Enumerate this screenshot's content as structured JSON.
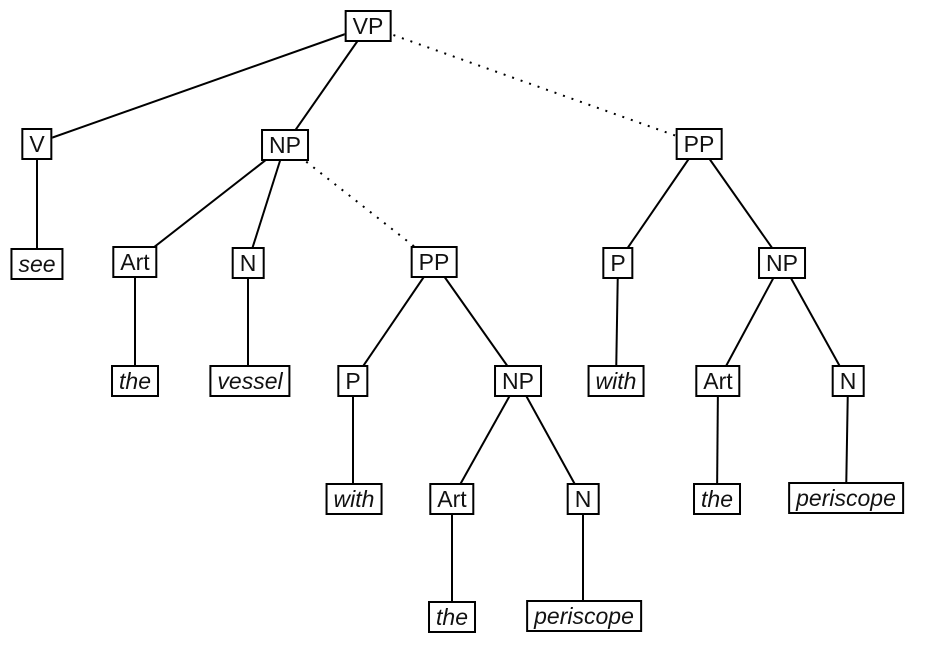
{
  "diagram": {
    "type": "syntax-parse-tree",
    "description": "Parse tree with prepositional-phrase attachment ambiguity; dotted edges mark the two alternative attachments of the PP",
    "line_color": "#000000",
    "box_background": "#ffffff"
  },
  "nodes": {
    "vp_root": "VP",
    "v": "V",
    "np_obj": "NP",
    "pp_vp": "PP",
    "see": "see",
    "art_obj": "Art",
    "n_obj": "N",
    "pp_np": "PP",
    "p_vp": "P",
    "np_vp": "NP",
    "the_obj": "the",
    "vessel": "vessel",
    "p_np": "P",
    "np_np": "NP",
    "with_vp": "with",
    "art_vp": "Art",
    "n_vp": "N",
    "with_np": "with",
    "art_np": "Art",
    "n_np": "N",
    "the_vp": "the",
    "periscope_vp": "periscope",
    "the_np": "the",
    "periscope_np": "periscope"
  },
  "edges": [
    {
      "from": "vp_root",
      "to": "v",
      "style": "solid"
    },
    {
      "from": "vp_root",
      "to": "np_obj",
      "style": "solid"
    },
    {
      "from": "vp_root",
      "to": "pp_vp",
      "style": "dotted"
    },
    {
      "from": "v",
      "to": "see",
      "style": "solid"
    },
    {
      "from": "np_obj",
      "to": "art_obj",
      "style": "solid"
    },
    {
      "from": "np_obj",
      "to": "n_obj",
      "style": "solid"
    },
    {
      "from": "np_obj",
      "to": "pp_np",
      "style": "dotted"
    },
    {
      "from": "art_obj",
      "to": "the_obj",
      "style": "solid"
    },
    {
      "from": "n_obj",
      "to": "vessel",
      "style": "solid"
    },
    {
      "from": "pp_np",
      "to": "p_np",
      "style": "solid"
    },
    {
      "from": "pp_np",
      "to": "np_np",
      "style": "solid"
    },
    {
      "from": "p_np",
      "to": "with_np",
      "style": "solid"
    },
    {
      "from": "np_np",
      "to": "art_np",
      "style": "solid"
    },
    {
      "from": "np_np",
      "to": "n_np",
      "style": "solid"
    },
    {
      "from": "art_np",
      "to": "the_np",
      "style": "solid"
    },
    {
      "from": "n_np",
      "to": "periscope_np",
      "style": "solid"
    },
    {
      "from": "pp_vp",
      "to": "p_vp",
      "style": "solid"
    },
    {
      "from": "pp_vp",
      "to": "np_vp",
      "style": "solid"
    },
    {
      "from": "p_vp",
      "to": "with_vp",
      "style": "solid"
    },
    {
      "from": "np_vp",
      "to": "art_vp",
      "style": "solid"
    },
    {
      "from": "np_vp",
      "to": "n_vp",
      "style": "solid"
    },
    {
      "from": "art_vp",
      "to": "the_vp",
      "style": "solid"
    },
    {
      "from": "n_vp",
      "to": "periscope_vp",
      "style": "solid"
    }
  ]
}
